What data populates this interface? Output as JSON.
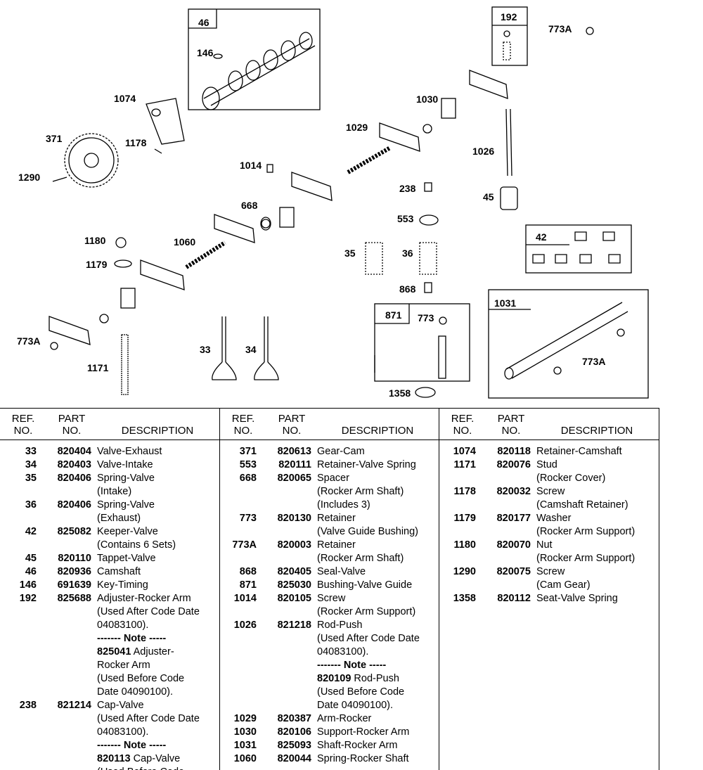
{
  "diagram": {
    "callouts": [
      "46",
      "146",
      "192",
      "773A",
      "1074",
      "371",
      "1178",
      "1290",
      "1030",
      "1029",
      "1026",
      "1014",
      "238",
      "668",
      "45",
      "553",
      "42",
      "1180",
      "1060",
      "35",
      "36",
      "1179",
      "868",
      "871",
      "773",
      "1031",
      "773A",
      "33",
      "34",
      "1171",
      "773A",
      "1358"
    ]
  },
  "table": {
    "headers": {
      "ref": [
        "REF.",
        "NO."
      ],
      "part": [
        "PART",
        "NO."
      ],
      "desc": "DESCRIPTION"
    },
    "columns": [
      [
        {
          "ref": "33",
          "part": "820404",
          "lines": [
            "Valve-Exhaust"
          ]
        },
        {
          "ref": "34",
          "part": "820403",
          "lines": [
            "Valve-Intake"
          ]
        },
        {
          "ref": "35",
          "part": "820406",
          "lines": [
            "Spring-Valve",
            "(Intake)"
          ]
        },
        {
          "ref": "36",
          "part": "820406",
          "lines": [
            "Spring-Valve",
            "(Exhaust)"
          ]
        },
        {
          "ref": "42",
          "part": "825082",
          "lines": [
            "Keeper-Valve",
            "(Contains 6 Sets)"
          ]
        },
        {
          "ref": "45",
          "part": "820110",
          "lines": [
            "Tappet-Valve"
          ]
        },
        {
          "ref": "46",
          "part": "820936",
          "lines": [
            "Camshaft"
          ]
        },
        {
          "ref": "146",
          "part": "691639",
          "lines": [
            "Key-Timing"
          ]
        },
        {
          "ref": "192",
          "part": "825688",
          "lines": [
            "Adjuster-Rocker Arm",
            "(Used After Code Date",
            "04083100)."
          ],
          "note": {
            "label": "------- Note -----",
            "part": "825041",
            "lines": [
              "Adjuster-",
              "Rocker Arm",
              "(Used Before Code",
              "Date 04090100)."
            ]
          }
        },
        {
          "ref": "238",
          "part": "821214",
          "lines": [
            "Cap-Valve",
            "(Used After Code Date",
            "04083100)."
          ],
          "note": {
            "label": "------- Note -----",
            "part": "820113",
            "lines": [
              "Cap-Valve",
              "(Used Before Code"
            ]
          }
        }
      ],
      [
        {
          "ref": "371",
          "part": "820613",
          "lines": [
            "Gear-Cam"
          ]
        },
        {
          "ref": "553",
          "part": "820111",
          "lines": [
            "Retainer-Valve Spring"
          ]
        },
        {
          "ref": "668",
          "part": "820065",
          "lines": [
            "Spacer",
            "(Rocker Arm Shaft)",
            "(Includes 3)"
          ]
        },
        {
          "ref": "773",
          "part": "820130",
          "lines": [
            "Retainer",
            "(Valve Guide Bushing)"
          ]
        },
        {
          "ref": "773A",
          "part": "820003",
          "lines": [
            "Retainer",
            "(Rocker Arm Shaft)"
          ]
        },
        {
          "ref": "868",
          "part": "820405",
          "lines": [
            "Seal-Valve"
          ]
        },
        {
          "ref": "871",
          "part": "825030",
          "lines": [
            "Bushing-Valve Guide"
          ]
        },
        {
          "ref": "1014",
          "part": "820105",
          "lines": [
            "Screw",
            "(Rocker Arm Support)"
          ]
        },
        {
          "ref": "1026",
          "part": "821218",
          "lines": [
            "Rod-Push",
            "(Used After Code Date",
            "04083100)."
          ],
          "note": {
            "label": "------- Note -----",
            "part": "820109",
            "lines": [
              "Rod-Push",
              "(Used Before Code",
              "Date 04090100)."
            ]
          }
        },
        {
          "ref": "1029",
          "part": "820387",
          "lines": [
            "Arm-Rocker"
          ]
        },
        {
          "ref": "1030",
          "part": "820106",
          "lines": [
            "Support-Rocker Arm"
          ]
        },
        {
          "ref": "1031",
          "part": "825093",
          "lines": [
            "Shaft-Rocker Arm"
          ]
        },
        {
          "ref": "1060",
          "part": "820044",
          "lines": [
            "Spring-Rocker Shaft"
          ]
        }
      ],
      [
        {
          "ref": "1074",
          "part": "820118",
          "lines": [
            "Retainer-Camshaft"
          ]
        },
        {
          "ref": "1171",
          "part": "820076",
          "lines": [
            "Stud",
            "(Rocker Cover)"
          ]
        },
        {
          "ref": "1178",
          "part": "820032",
          "lines": [
            "Screw",
            "(Camshaft  Retainer)"
          ]
        },
        {
          "ref": "1179",
          "part": "820177",
          "lines": [
            "Washer",
            "(Rocker Arm Support)"
          ]
        },
        {
          "ref": "1180",
          "part": "820070",
          "lines": [
            "Nut",
            "(Rocker Arm Support)"
          ]
        },
        {
          "ref": "1290",
          "part": "820075",
          "lines": [
            "Screw",
            "(Cam Gear)"
          ]
        },
        {
          "ref": "1358",
          "part": "820112",
          "lines": [
            "Seat-Valve Spring"
          ]
        }
      ]
    ]
  }
}
